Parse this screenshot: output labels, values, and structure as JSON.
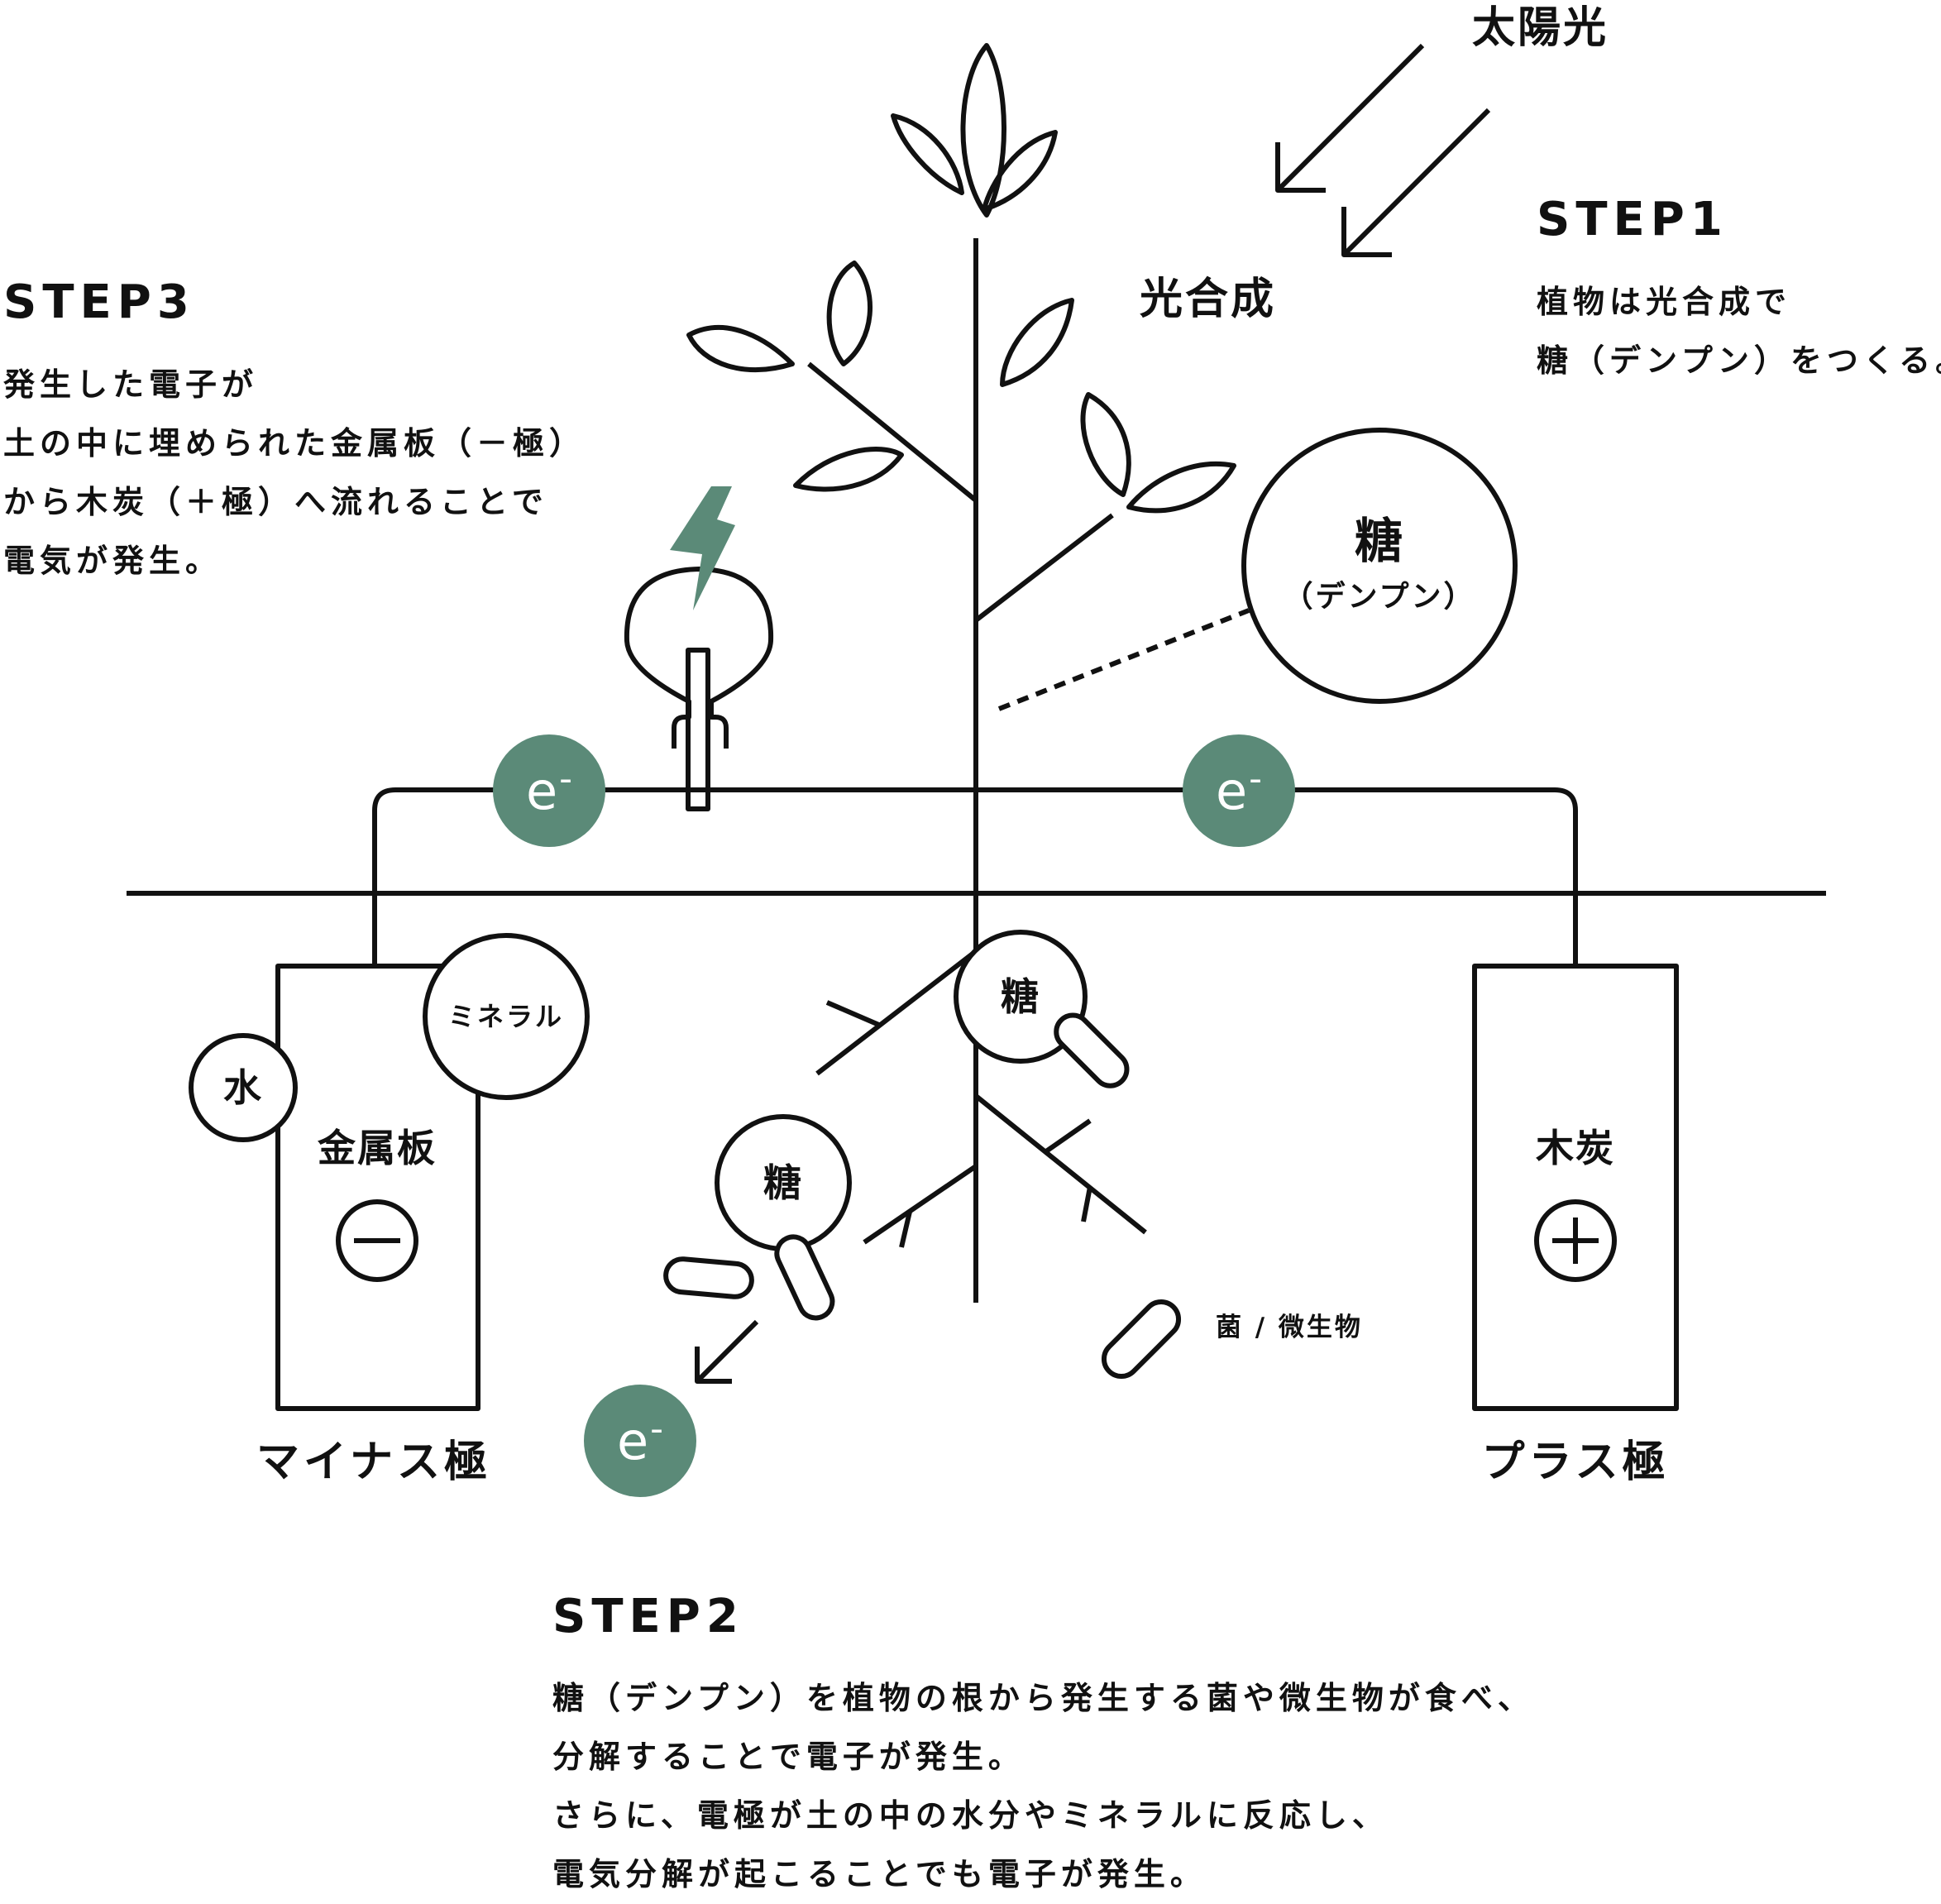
{
  "colors": {
    "ink": "#111111",
    "accent": "#5b8a78",
    "background": "#ffffff"
  },
  "icons": [
    "lightning-icon",
    "light-bulb-icon",
    "arrow-icon",
    "bacteria-icon"
  ],
  "header": {
    "sunlight": "太陽光",
    "photosynthesis": "光合成"
  },
  "step1": {
    "title": "STEP1",
    "body": "植物は光合成で\n糖（デンプン）をつくる。"
  },
  "step3": {
    "title": "STEP3",
    "body": "発生した電子が\n土の中に埋められた金属板（－極）\nから木炭（＋極）へ流れることで\n電気が発生。"
  },
  "step2": {
    "title": "STEP2",
    "body": "糖（デンプン）を植物の根から発生する菌や微生物が食べ、\n分解することで電子が発生。\nさらに、電極が土の中の水分やミネラルに反応し、\n電気分解が起こることでも電子が発生。"
  },
  "sugar_bubble": {
    "title": "糖",
    "sub": "（デンプン）"
  },
  "electron": {
    "base": "e",
    "sign": "-"
  },
  "root_sugar": "糖",
  "bacteria_label": "菌 / 微生物",
  "left_electrode": {
    "mineral": "ミネラル",
    "water": "水",
    "plate": "金属板",
    "sign": "−",
    "caption": "マイナス極"
  },
  "right_electrode": {
    "plate": "木炭",
    "sign": "+",
    "caption": "プラス極"
  }
}
